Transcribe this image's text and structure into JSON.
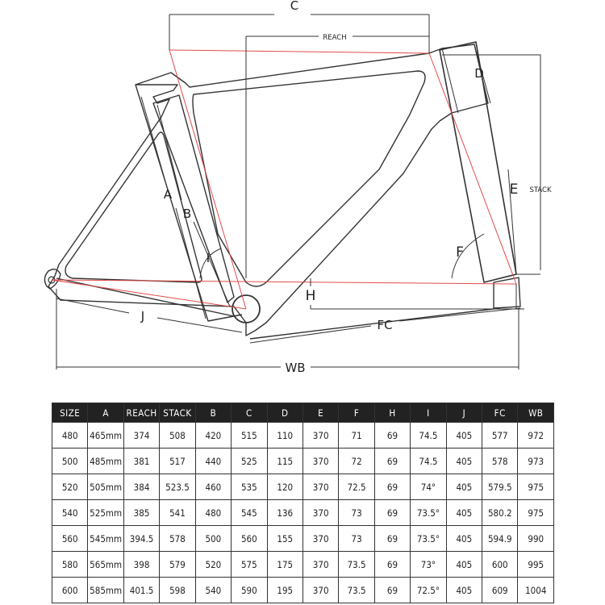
{
  "diagram": {
    "labels": {
      "C": "C",
      "REACH": "REACH",
      "D": "D",
      "STACK": "STACK",
      "E": "E",
      "F": "F",
      "A": "A",
      "B": "B",
      "I": "I",
      "H": "H",
      "J": "J",
      "FC": "FC",
      "WB": "WB"
    }
  },
  "table": {
    "headers": [
      "SIZE",
      "A",
      "REACH",
      "STACK",
      "B",
      "C",
      "D",
      "E",
      "F",
      "H",
      "I",
      "J",
      "FC",
      "WB"
    ],
    "rows": [
      [
        "480",
        "465mm",
        "374",
        "508",
        "420",
        "515",
        "110",
        "370",
        "71",
        "69",
        "74.5",
        "405",
        "577",
        "972"
      ],
      [
        "500",
        "485mm",
        "381",
        "517",
        "440",
        "525",
        "115",
        "370",
        "72",
        "69",
        "74.5",
        "405",
        "578",
        "973"
      ],
      [
        "520",
        "505mm",
        "384",
        "523.5",
        "460",
        "535",
        "120",
        "370",
        "72.5",
        "69",
        "74°",
        "405",
        "579.5",
        "975"
      ],
      [
        "540",
        "525mm",
        "385",
        "541",
        "480",
        "545",
        "136",
        "370",
        "73",
        "69",
        "73.5°",
        "405",
        "580.2",
        "975"
      ],
      [
        "560",
        "545mm",
        "394.5",
        "578",
        "500",
        "560",
        "155",
        "370",
        "73",
        "69",
        "73.5°",
        "405",
        "594.9",
        "990"
      ],
      [
        "580",
        "565mm",
        "398",
        "579",
        "520",
        "575",
        "175",
        "370",
        "73.5",
        "69",
        "73°",
        "405",
        "600",
        "995"
      ],
      [
        "600",
        "585mm",
        "401.5",
        "598",
        "540",
        "590",
        "195",
        "370",
        "73.5",
        "69",
        "72.5°",
        "405",
        "609",
        "1004"
      ]
    ]
  }
}
